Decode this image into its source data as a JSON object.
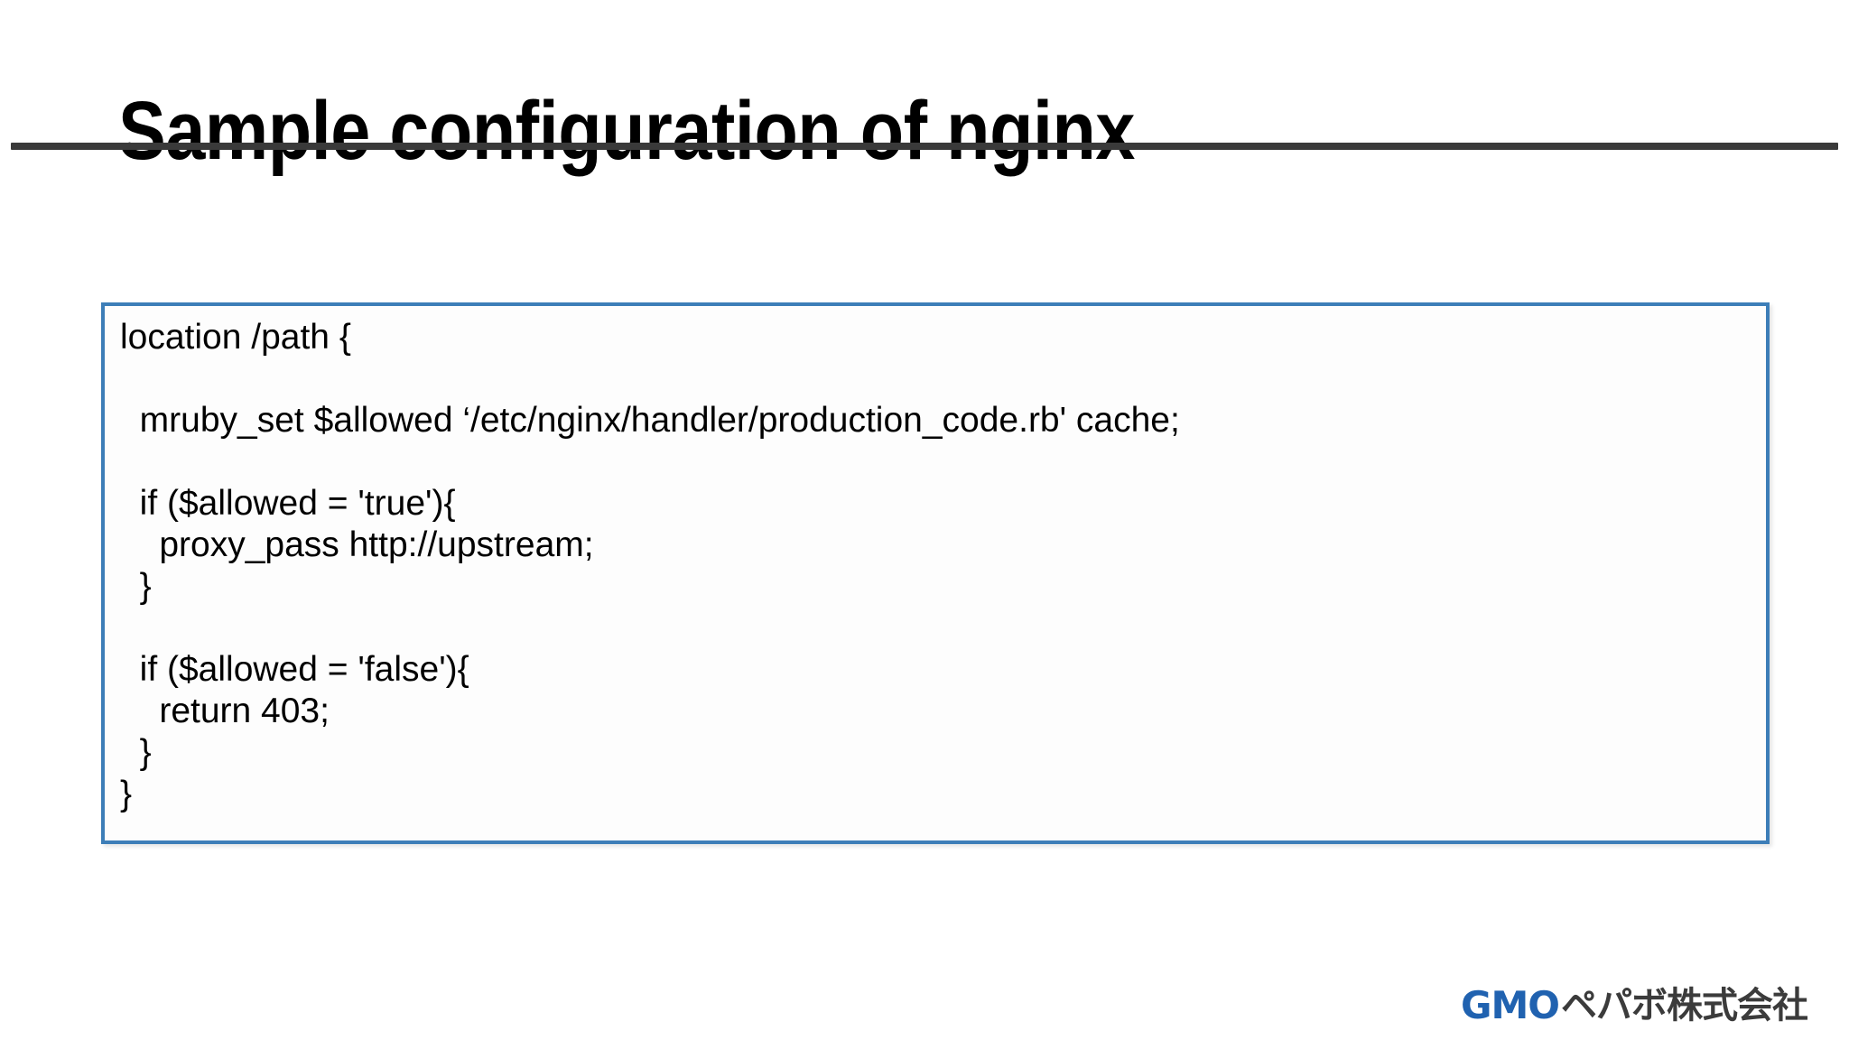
{
  "slide": {
    "title": "Sample configuration of nginx",
    "divider_color": "#3A3A3A",
    "background_color": "#ffffff"
  },
  "code_box": {
    "border_color": "#3D7EB8",
    "background_color": "#FDFDFD",
    "language": "nginx",
    "lines": [
      "location /path {",
      "",
      "  mruby_set $allowed ‘/etc/nginx/handler/production_code.rb' cache;",
      "",
      "  if ($allowed = 'true'){",
      "    proxy_pass http://upstream;",
      "  }",
      "",
      "  if ($allowed = 'false'){",
      "    return 403;",
      "  }",
      "}"
    ]
  },
  "footer": {
    "logo_gmo": "GMO",
    "logo_jp": "ペパボ株式会社",
    "logo_gmo_color": "#2062B0",
    "logo_jp_color": "#3B3B3B"
  }
}
